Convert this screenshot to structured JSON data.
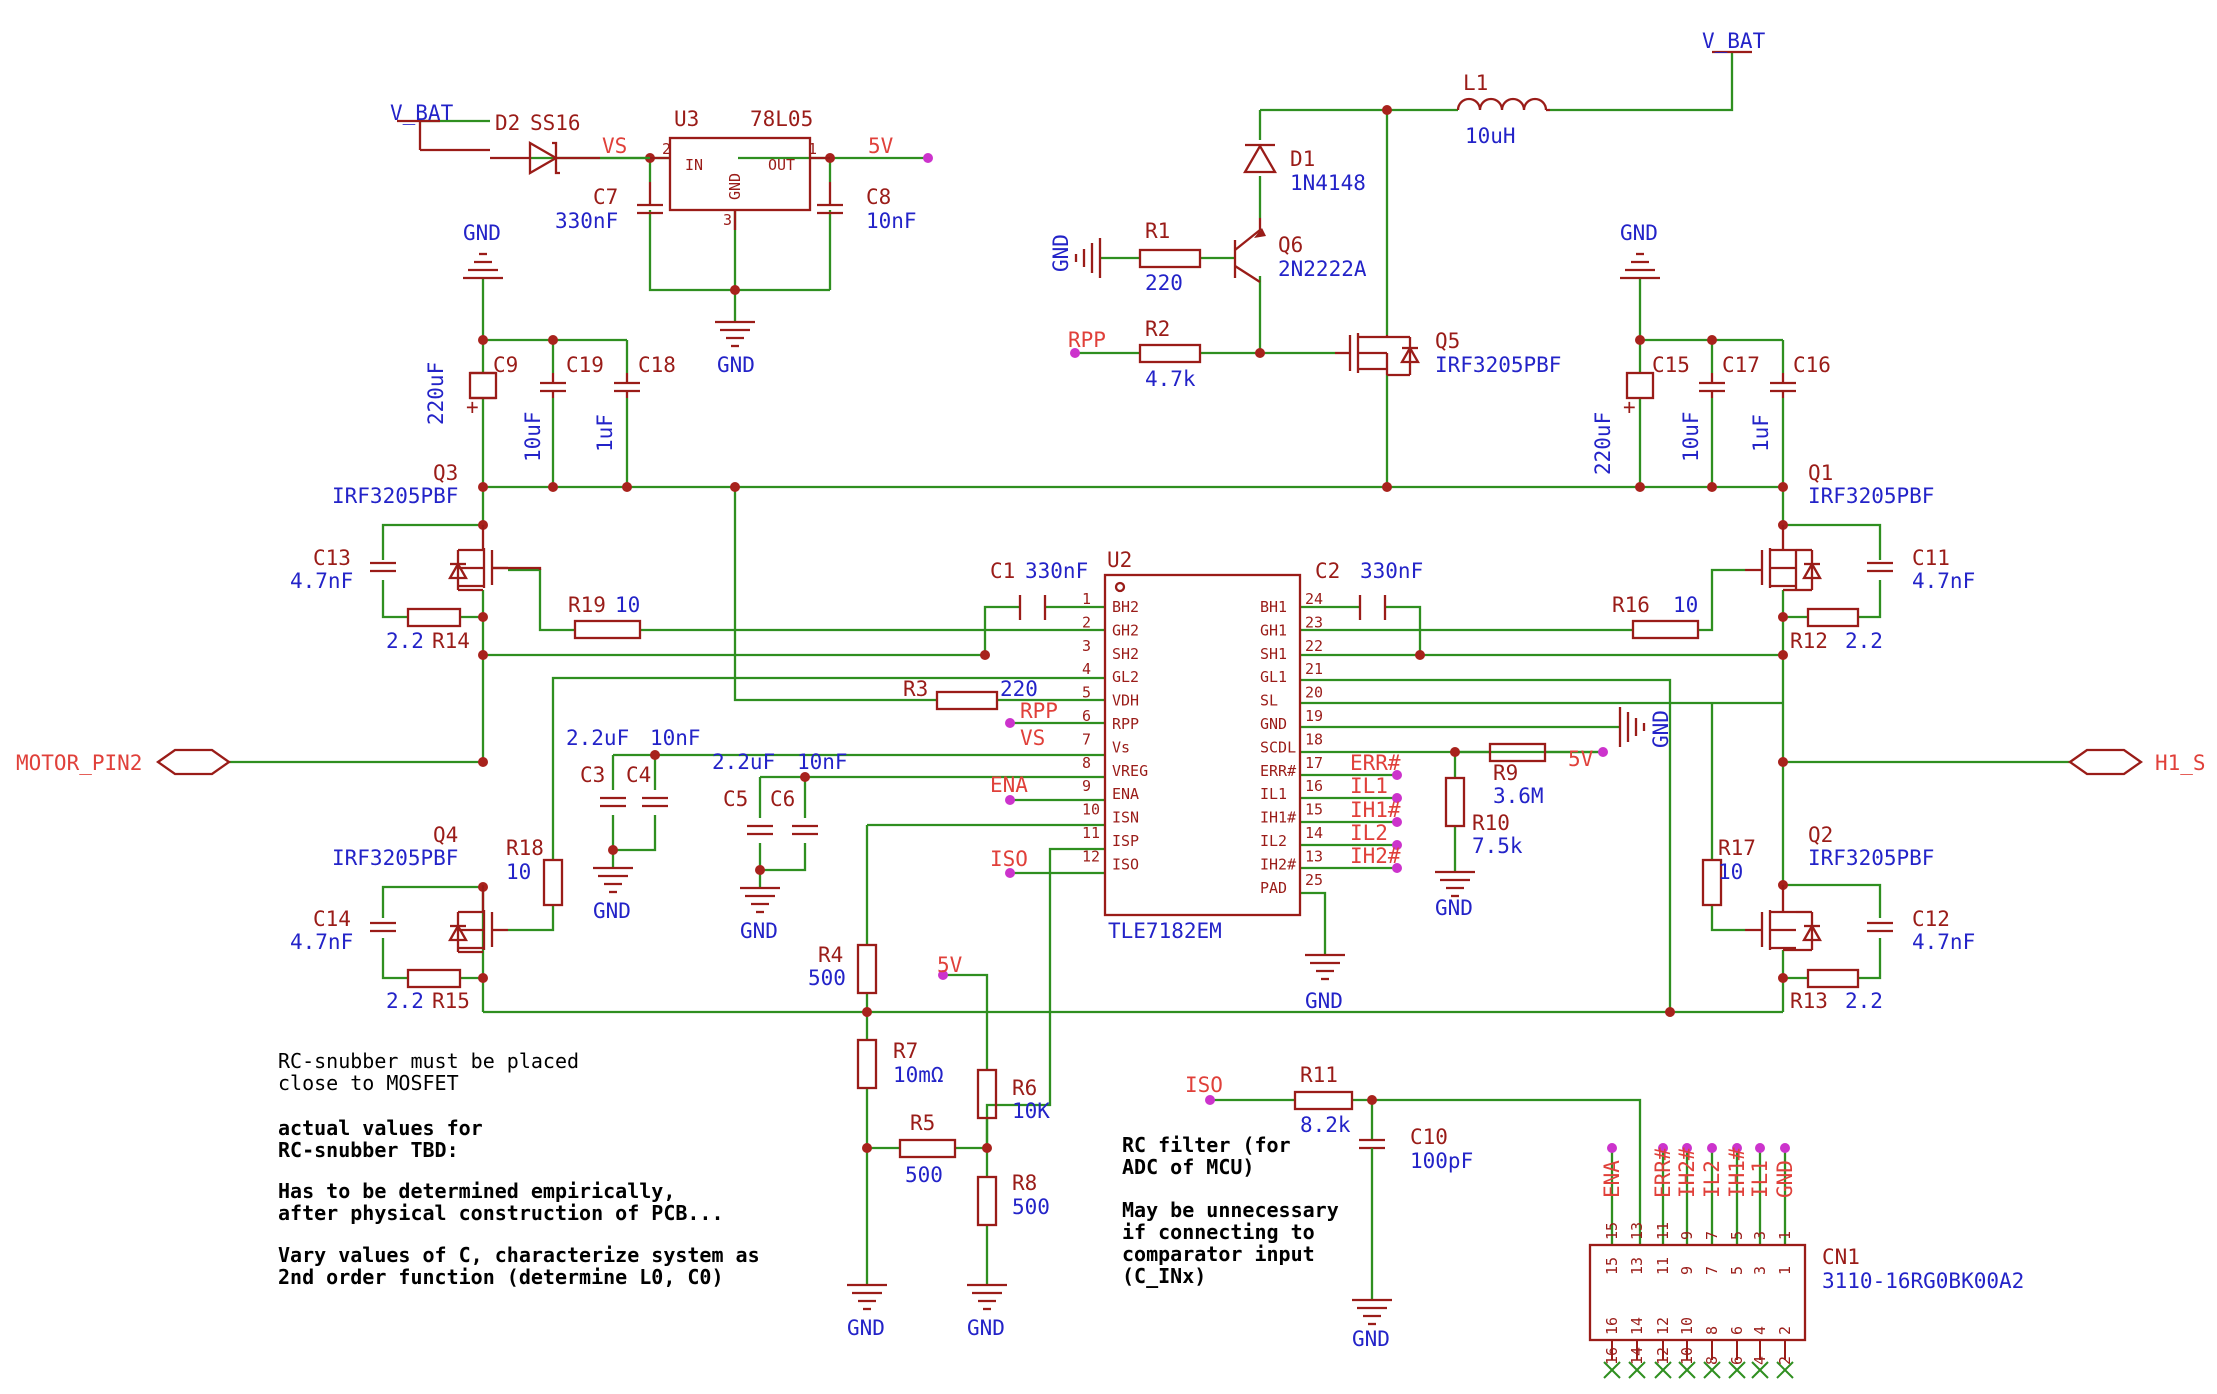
{
  "nets": {
    "v_bat": "V_BAT",
    "vs": "VS",
    "five_v": "5V",
    "gnd": "GND",
    "rpp": "RPP",
    "ena": "ENA",
    "iso": "ISO",
    "motor_pin2": "MOTOR_PIN2",
    "h1_s": "H1_S",
    "err": "ERR#",
    "il1": "IL1",
    "ih1": "IH1#",
    "il2": "IL2",
    "ih2": "IH2#"
  },
  "parts": {
    "d2": {
      "ref": "D2",
      "value": "SS16"
    },
    "u3": {
      "ref": "U3",
      "value": "78L05",
      "pin_in": "IN",
      "pin_out": "OUT",
      "pin_gnd": "GND",
      "n1": "1",
      "n2": "2",
      "n3": "3"
    },
    "c7": {
      "ref": "C7",
      "value": "330nF"
    },
    "c8": {
      "ref": "C8",
      "value": "10nF"
    },
    "l1": {
      "ref": "L1",
      "value": "10uH"
    },
    "d1": {
      "ref": "D1",
      "value": "1N4148"
    },
    "r1": {
      "ref": "R1",
      "value": "220"
    },
    "q6": {
      "ref": "Q6",
      "value": "2N2222A"
    },
    "r2": {
      "ref": "R2",
      "value": "4.7k"
    },
    "q5": {
      "ref": "Q5",
      "value": "IRF3205PBF"
    },
    "c9": {
      "ref": "C9",
      "value": "220uF"
    },
    "c19": {
      "ref": "C19",
      "value": "10uF"
    },
    "c18": {
      "ref": "C18",
      "value": "1uF"
    },
    "c15": {
      "ref": "C15",
      "value": "220uF"
    },
    "c17": {
      "ref": "C17",
      "value": "10uF"
    },
    "c16": {
      "ref": "C16",
      "value": "1uF"
    },
    "q3": {
      "ref": "Q3",
      "value": "IRF3205PBF"
    },
    "q1": {
      "ref": "Q1",
      "value": "IRF3205PBF"
    },
    "q4": {
      "ref": "Q4",
      "value": "IRF3205PBF"
    },
    "q2": {
      "ref": "Q2",
      "value": "IRF3205PBF"
    },
    "c13": {
      "ref": "C13",
      "value": "4.7nF"
    },
    "c11": {
      "ref": "C11",
      "value": "4.7nF"
    },
    "c14": {
      "ref": "C14",
      "value": "4.7nF"
    },
    "c12": {
      "ref": "C12",
      "value": "4.7nF"
    },
    "r14": {
      "ref": "R14",
      "value": "2.2"
    },
    "r12": {
      "ref": "R12",
      "value": "2.2"
    },
    "r15": {
      "ref": "R15",
      "value": "2.2"
    },
    "r13": {
      "ref": "R13",
      "value": "2.2"
    },
    "r19": {
      "ref": "R19",
      "value": "10"
    },
    "r16": {
      "ref": "R16",
      "value": "10"
    },
    "r18": {
      "ref": "R18",
      "value": "10"
    },
    "r17": {
      "ref": "R17",
      "value": "10"
    },
    "c1": {
      "ref": "C1",
      "value": "330nF"
    },
    "c2": {
      "ref": "C2",
      "value": "330nF"
    },
    "r3": {
      "ref": "R3",
      "value": "220"
    },
    "c3": {
      "ref": "C3",
      "value": "2.2uF"
    },
    "c4": {
      "ref": "C4",
      "value": "10nF"
    },
    "c5": {
      "ref": "C5",
      "value": "2.2uF"
    },
    "c6": {
      "ref": "C6",
      "value": "10nF"
    },
    "r9": {
      "ref": "R9",
      "value": "3.6M"
    },
    "r10": {
      "ref": "R10",
      "value": "7.5k"
    },
    "r4": {
      "ref": "R4",
      "value": "500"
    },
    "r7": {
      "ref": "R7",
      "value": "10mΩ"
    },
    "r5": {
      "ref": "R5",
      "value": "500"
    },
    "r6": {
      "ref": "R6",
      "value": "10K"
    },
    "r8": {
      "ref": "R8",
      "value": "500"
    },
    "r11": {
      "ref": "R11",
      "value": "8.2k"
    },
    "c10": {
      "ref": "C10",
      "value": "100pF"
    },
    "cn1": {
      "ref": "CN1",
      "value": "3110-16RG0BK00A2",
      "top_nums": [
        "15",
        "13",
        "11",
        "9",
        "7",
        "5",
        "3",
        "1"
      ],
      "bot_nums": [
        "16",
        "14",
        "12",
        "10",
        "8",
        "6",
        "4",
        "2"
      ],
      "top_inside": [
        "15",
        "13",
        "11",
        "9",
        "7",
        "5",
        "3",
        "1"
      ],
      "bot_inside": [
        "16",
        "14",
        "12",
        "10",
        "8",
        "6",
        "4",
        "2"
      ],
      "pin_labels": [
        "ENA",
        "ERR#",
        "IH2#",
        "IL2",
        "IH1#",
        "IL1",
        "GND"
      ]
    }
  },
  "u2": {
    "ref": "U2",
    "value": "TLE7182EM",
    "left_pins": [
      {
        "num": "1",
        "name": "BH2"
      },
      {
        "num": "2",
        "name": "GH2"
      },
      {
        "num": "3",
        "name": "SH2"
      },
      {
        "num": "4",
        "name": "GL2"
      },
      {
        "num": "5",
        "name": "VDH"
      },
      {
        "num": "6",
        "name": "RPP"
      },
      {
        "num": "7",
        "name": "Vs"
      },
      {
        "num": "8",
        "name": "VREG"
      },
      {
        "num": "9",
        "name": "ENA"
      },
      {
        "num": "10",
        "name": "ISN"
      },
      {
        "num": "11",
        "name": "ISP"
      },
      {
        "num": "12",
        "name": "ISO"
      }
    ],
    "right_pins": [
      {
        "num": "24",
        "name": "BH1"
      },
      {
        "num": "23",
        "name": "GH1"
      },
      {
        "num": "22",
        "name": "SH1"
      },
      {
        "num": "21",
        "name": "GL1"
      },
      {
        "num": "20",
        "name": "SL"
      },
      {
        "num": "19",
        "name": "GND"
      },
      {
        "num": "18",
        "name": "SCDL"
      },
      {
        "num": "17",
        "name": "ERR#"
      },
      {
        "num": "16",
        "name": "IL1"
      },
      {
        "num": "15",
        "name": "IH1#"
      },
      {
        "num": "14",
        "name": "IL2"
      },
      {
        "num": "13",
        "name": "IH2#"
      },
      {
        "num": "25",
        "name": "PAD"
      }
    ]
  },
  "notes": {
    "snubber_1": "RC-snubber must be placed",
    "snubber_2": "close to MOSFET",
    "actual_1": "actual values for",
    "actual_2": "RC-snubber TBD:",
    "empir_1": "Has to be determined empirically,",
    "empir_2": "after physical construction of PCB...",
    "vary_1": "Vary values of C, characterize system as",
    "vary_2": "2nd order function (determine L0, C0)",
    "rc_1": "RC filter (for",
    "rc_2": "ADC of MCU)",
    "may_1": "May be unnecessary",
    "may_2": "if connecting to",
    "may_3": "comparator input",
    "may_4": "(C_INx)"
  },
  "colors": {
    "wire": "#2f8f20",
    "part": "#9a1c18",
    "value_text": "#2323c8",
    "net_text": "#e0403a",
    "junction": "#a8221c",
    "pad": "#cc33cc",
    "background": "#ffffff"
  }
}
